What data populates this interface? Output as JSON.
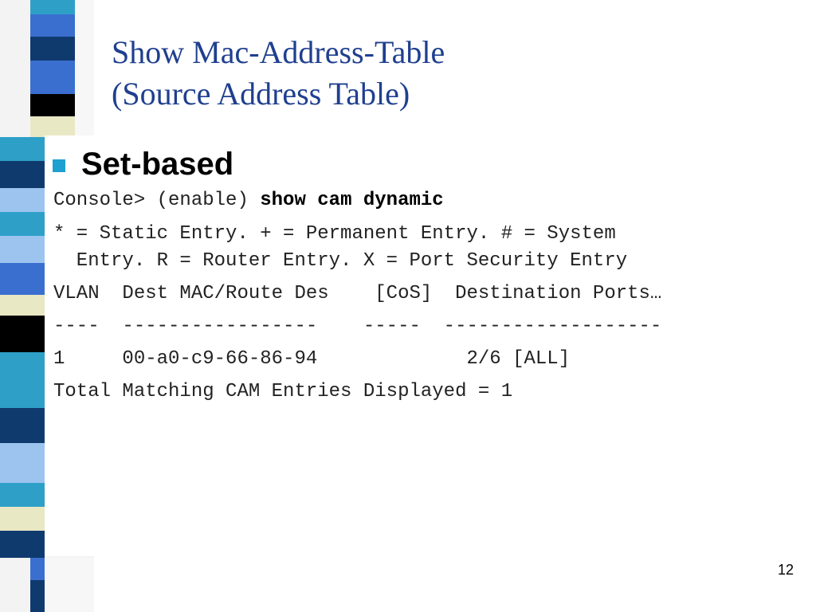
{
  "slide": {
    "title_line1": "Show Mac-Address-Table",
    "title_line2": "(Source Address Table)",
    "bullet": "Set-based",
    "console_prompt": "Console> (enable) ",
    "console_command": "show cam dynamic",
    "legend_line1": "* = Static Entry. + = Permanent Entry. # = System",
    "legend_line2": "  Entry. R = Router Entry. X = Port Security Entry",
    "table_header": "VLAN  Dest MAC/Route Des    [CoS]  Destination Ports…",
    "table_divider": "----  -----------------    -----  -------------------",
    "table_row": "1     00-a0-c9-66-86-94             2/6 [ALL]",
    "total_line": "Total Matching CAM Entries Displayed = 1",
    "page_number": "12"
  },
  "colors": {
    "title": "#1f3f8f",
    "bullet": "#1fa0d0",
    "stripe_dark": "#0f3a6e",
    "stripe_blue": "#3a6fd0",
    "stripe_light": "#9cc4ef",
    "stripe_teal": "#2ea0c8",
    "stripe_cream": "#e9e8c4",
    "stripe_black": "#000000"
  },
  "icons": {
    "bullet": "square-bullet-icon"
  }
}
